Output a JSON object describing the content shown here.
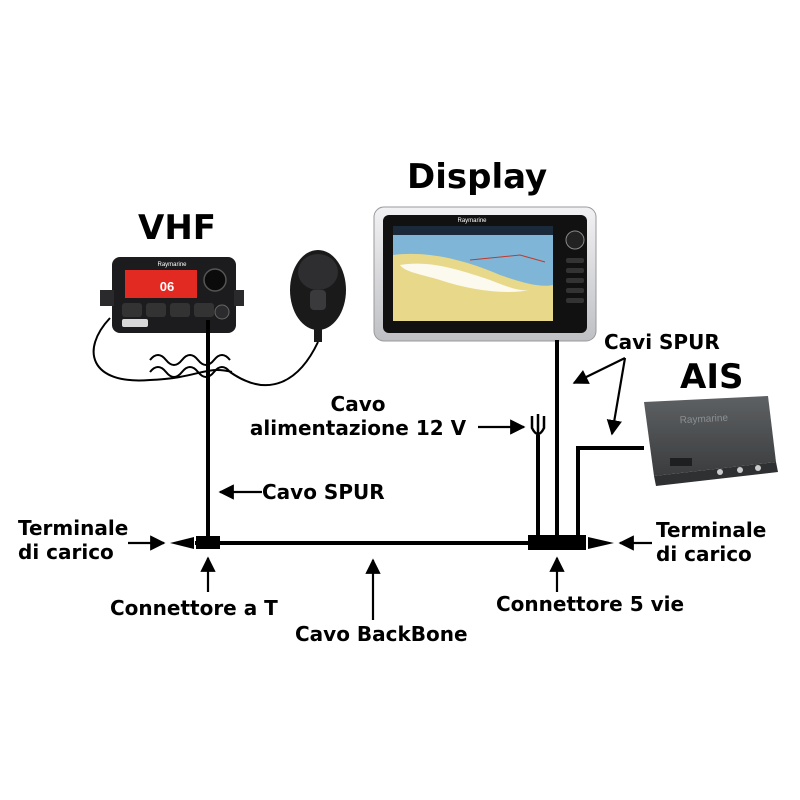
{
  "titles": {
    "vhf": "VHF",
    "display": "Display",
    "ais": "AIS"
  },
  "labels": {
    "cavi_spur": "Cavi SPUR",
    "cavo_line1": "Cavo",
    "cavo_line2": "alimentazione 12 V",
    "cavo_spur": "Cavo SPUR",
    "term_left_line1": "Terminale",
    "term_left_line2": "di carico",
    "term_right_line1": "Terminale",
    "term_right_line2": "di carico",
    "connettore_t": "Connettore a T",
    "connettore_5": "Connettore 5 vie",
    "backbone": "Cavo BackBone"
  },
  "devices": {
    "brand": "Raymarine",
    "vhf_channel": "06",
    "display_brand": "Raymarine",
    "ais_brand": "Raymarine"
  },
  "colors": {
    "cable": "#000000",
    "device_dark": "#1c1c1e",
    "vhf_screen": "#e32a22",
    "ais_body": "#4a4c4e",
    "display_bezel": "#d9d9dc",
    "map_water": "#7fb6d8",
    "map_land": "#e8d98a"
  }
}
